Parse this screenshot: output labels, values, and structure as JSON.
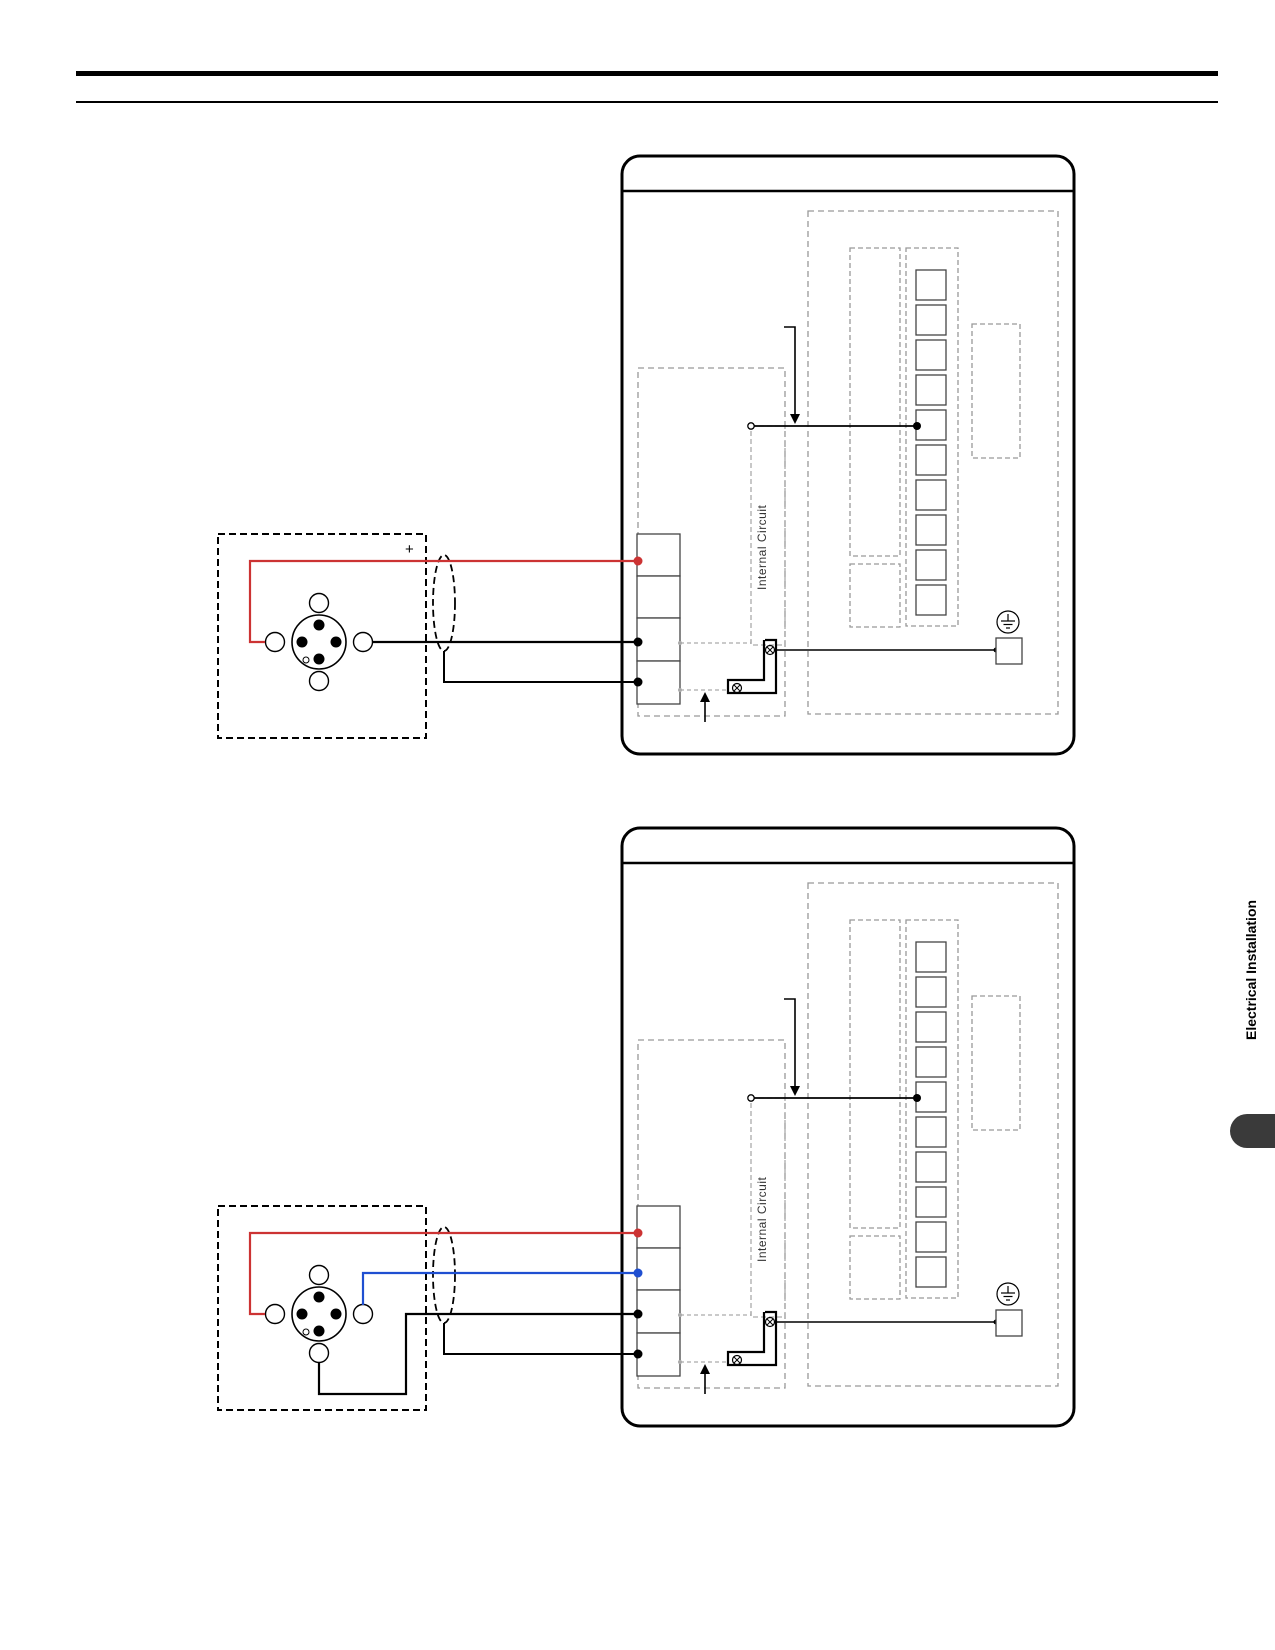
{
  "page": {
    "section_tab_label": "Electrical Installation"
  },
  "diagrams": [
    {
      "internal_circuit_label": "Internal Circuit",
      "plus_mark": "+",
      "wire_colors": {
        "positive": "#cc3333",
        "common": "#000000"
      }
    },
    {
      "internal_circuit_label": "Internal Circuit",
      "wire_colors": {
        "positive": "#cc3333",
        "signal": "#1f4fd1",
        "common": "#000000"
      }
    }
  ]
}
